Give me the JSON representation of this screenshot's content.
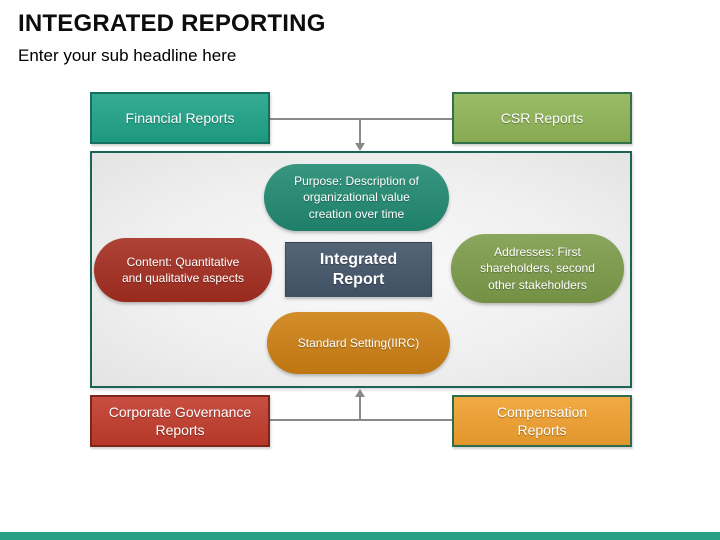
{
  "slide": {
    "title": "INTEGRATED REPORTING",
    "subtitle": "Enter your sub headline here"
  },
  "colors": {
    "financial_fill": "#1FA287",
    "financial_border": "#156F5C",
    "csr_fill": "#8FB456",
    "csr_border": "#33714B",
    "governance_fill": "#C13B2C",
    "governance_border": "#7E2619",
    "compensation_fill": "#F0A02E",
    "compensation_border": "#2F6B4F",
    "panel_border": "#1C6457",
    "purpose_fill": "#218A72",
    "content_fill": "#A52D20",
    "addresses_fill": "#7D9C4A",
    "standard_fill": "#CE8013",
    "center_fill": "#47586D",
    "connector_gray": "#8A8A8A",
    "footer_bar": "#27A186"
  },
  "outer_boxes": {
    "financial": {
      "label": "Financial Reports"
    },
    "csr": {
      "label": "CSR Reports"
    },
    "governance": {
      "label": "Corporate Governance\nReports"
    },
    "compensation": {
      "label": "Compensation\nReports"
    }
  },
  "diagram": {
    "purpose": {
      "label": "Purpose: Description of\norganizational value\ncreation over time"
    },
    "content": {
      "label": "Content: Quantitative\nand qualitative aspects"
    },
    "addresses": {
      "label": "Addresses: First\nshareholders, second\nother stakeholders"
    },
    "standard": {
      "label": "Standard Setting(IIRC)"
    },
    "center": {
      "label": "Integrated\nReport"
    }
  }
}
